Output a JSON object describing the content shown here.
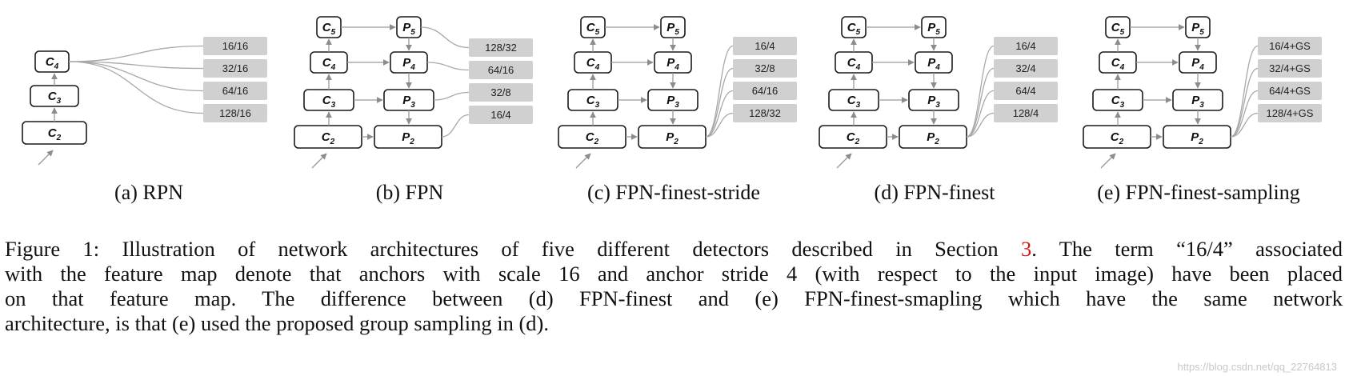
{
  "colors": {
    "badge": "#d0d0d0",
    "edge": "#9a9a9a",
    "ref": "#d31a1a"
  },
  "panels": [
    {
      "id": "a",
      "caption": "(a) RPN",
      "nodes": [
        "C4",
        "C3",
        "C2"
      ],
      "badges": [
        "16/16",
        "32/16",
        "64/16",
        "128/16"
      ]
    },
    {
      "id": "b",
      "caption": "(b) FPN",
      "nodes": [
        "C5",
        "C4",
        "C3",
        "C2",
        "P5",
        "P4",
        "P3",
        "P2"
      ],
      "badges": [
        "128/32",
        "64/16",
        "32/8",
        "16/4"
      ]
    },
    {
      "id": "c",
      "caption": "(c) FPN-finest-stride",
      "nodes": [
        "C5",
        "C4",
        "C3",
        "C2",
        "P5",
        "P4",
        "P3",
        "P2"
      ],
      "badges": [
        "16/4",
        "32/8",
        "64/16",
        "128/32"
      ]
    },
    {
      "id": "d",
      "caption": "(d) FPN-finest",
      "nodes": [
        "C5",
        "C4",
        "C3",
        "C2",
        "P5",
        "P4",
        "P3",
        "P2"
      ],
      "badges": [
        "16/4",
        "32/4",
        "64/4",
        "128/4"
      ]
    },
    {
      "id": "e",
      "caption": "(e) FPN-finest-sampling",
      "nodes": [
        "C5",
        "C4",
        "C3",
        "C2",
        "P5",
        "P4",
        "P3",
        "P2"
      ],
      "badges": [
        "16/4+GS",
        "32/4+GS",
        "64/4+GS",
        "128/4+GS"
      ]
    }
  ],
  "caption": {
    "line1_pre": "Figure 1: Illustration of network architectures of five different detectors described in Section ",
    "section_ref": "3",
    "line1_post": ". The term “16/4” associated",
    "line2": "with the feature map denote that anchors with scale 16 and anchor stride 4 (with respect to the input image) have been placed",
    "line3": "on that feature map.  The difference between (d) FPN-finest and (e) FPN-finest-smapling which have the same network",
    "line4": "architecture, is that (e) used the proposed group sampling in (d)."
  },
  "watermark": "https://blog.csdn.net/qq_22764813"
}
